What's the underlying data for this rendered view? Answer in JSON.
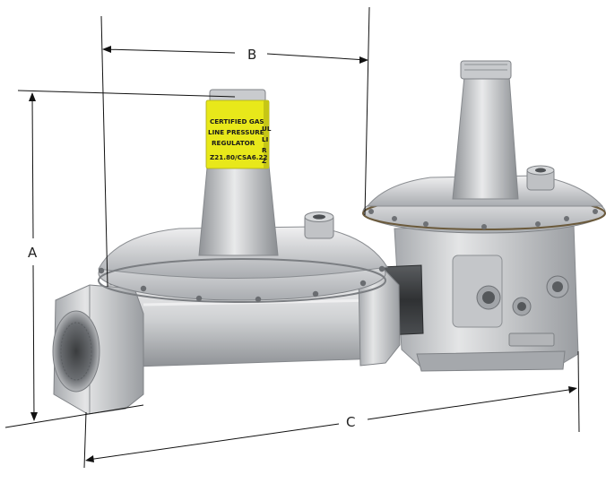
{
  "diagram": {
    "dimension_labels": {
      "a": "A",
      "b": "B",
      "c": "C"
    },
    "regulator_tag": {
      "line1": "CERTIFIED GAS",
      "line2": "LINE PRESSURE",
      "line3": "REGULATOR",
      "line4": "Z21.80/CSA6.22",
      "side_fragment": "UL\nLI\nR\nZ"
    }
  },
  "colors": {
    "metal_light": "#d9dadb",
    "metal_mid": "#b8babd",
    "metal_dark": "#7f8286",
    "tag_yellow": "#e8e81a",
    "dimension_line": "#111111"
  }
}
